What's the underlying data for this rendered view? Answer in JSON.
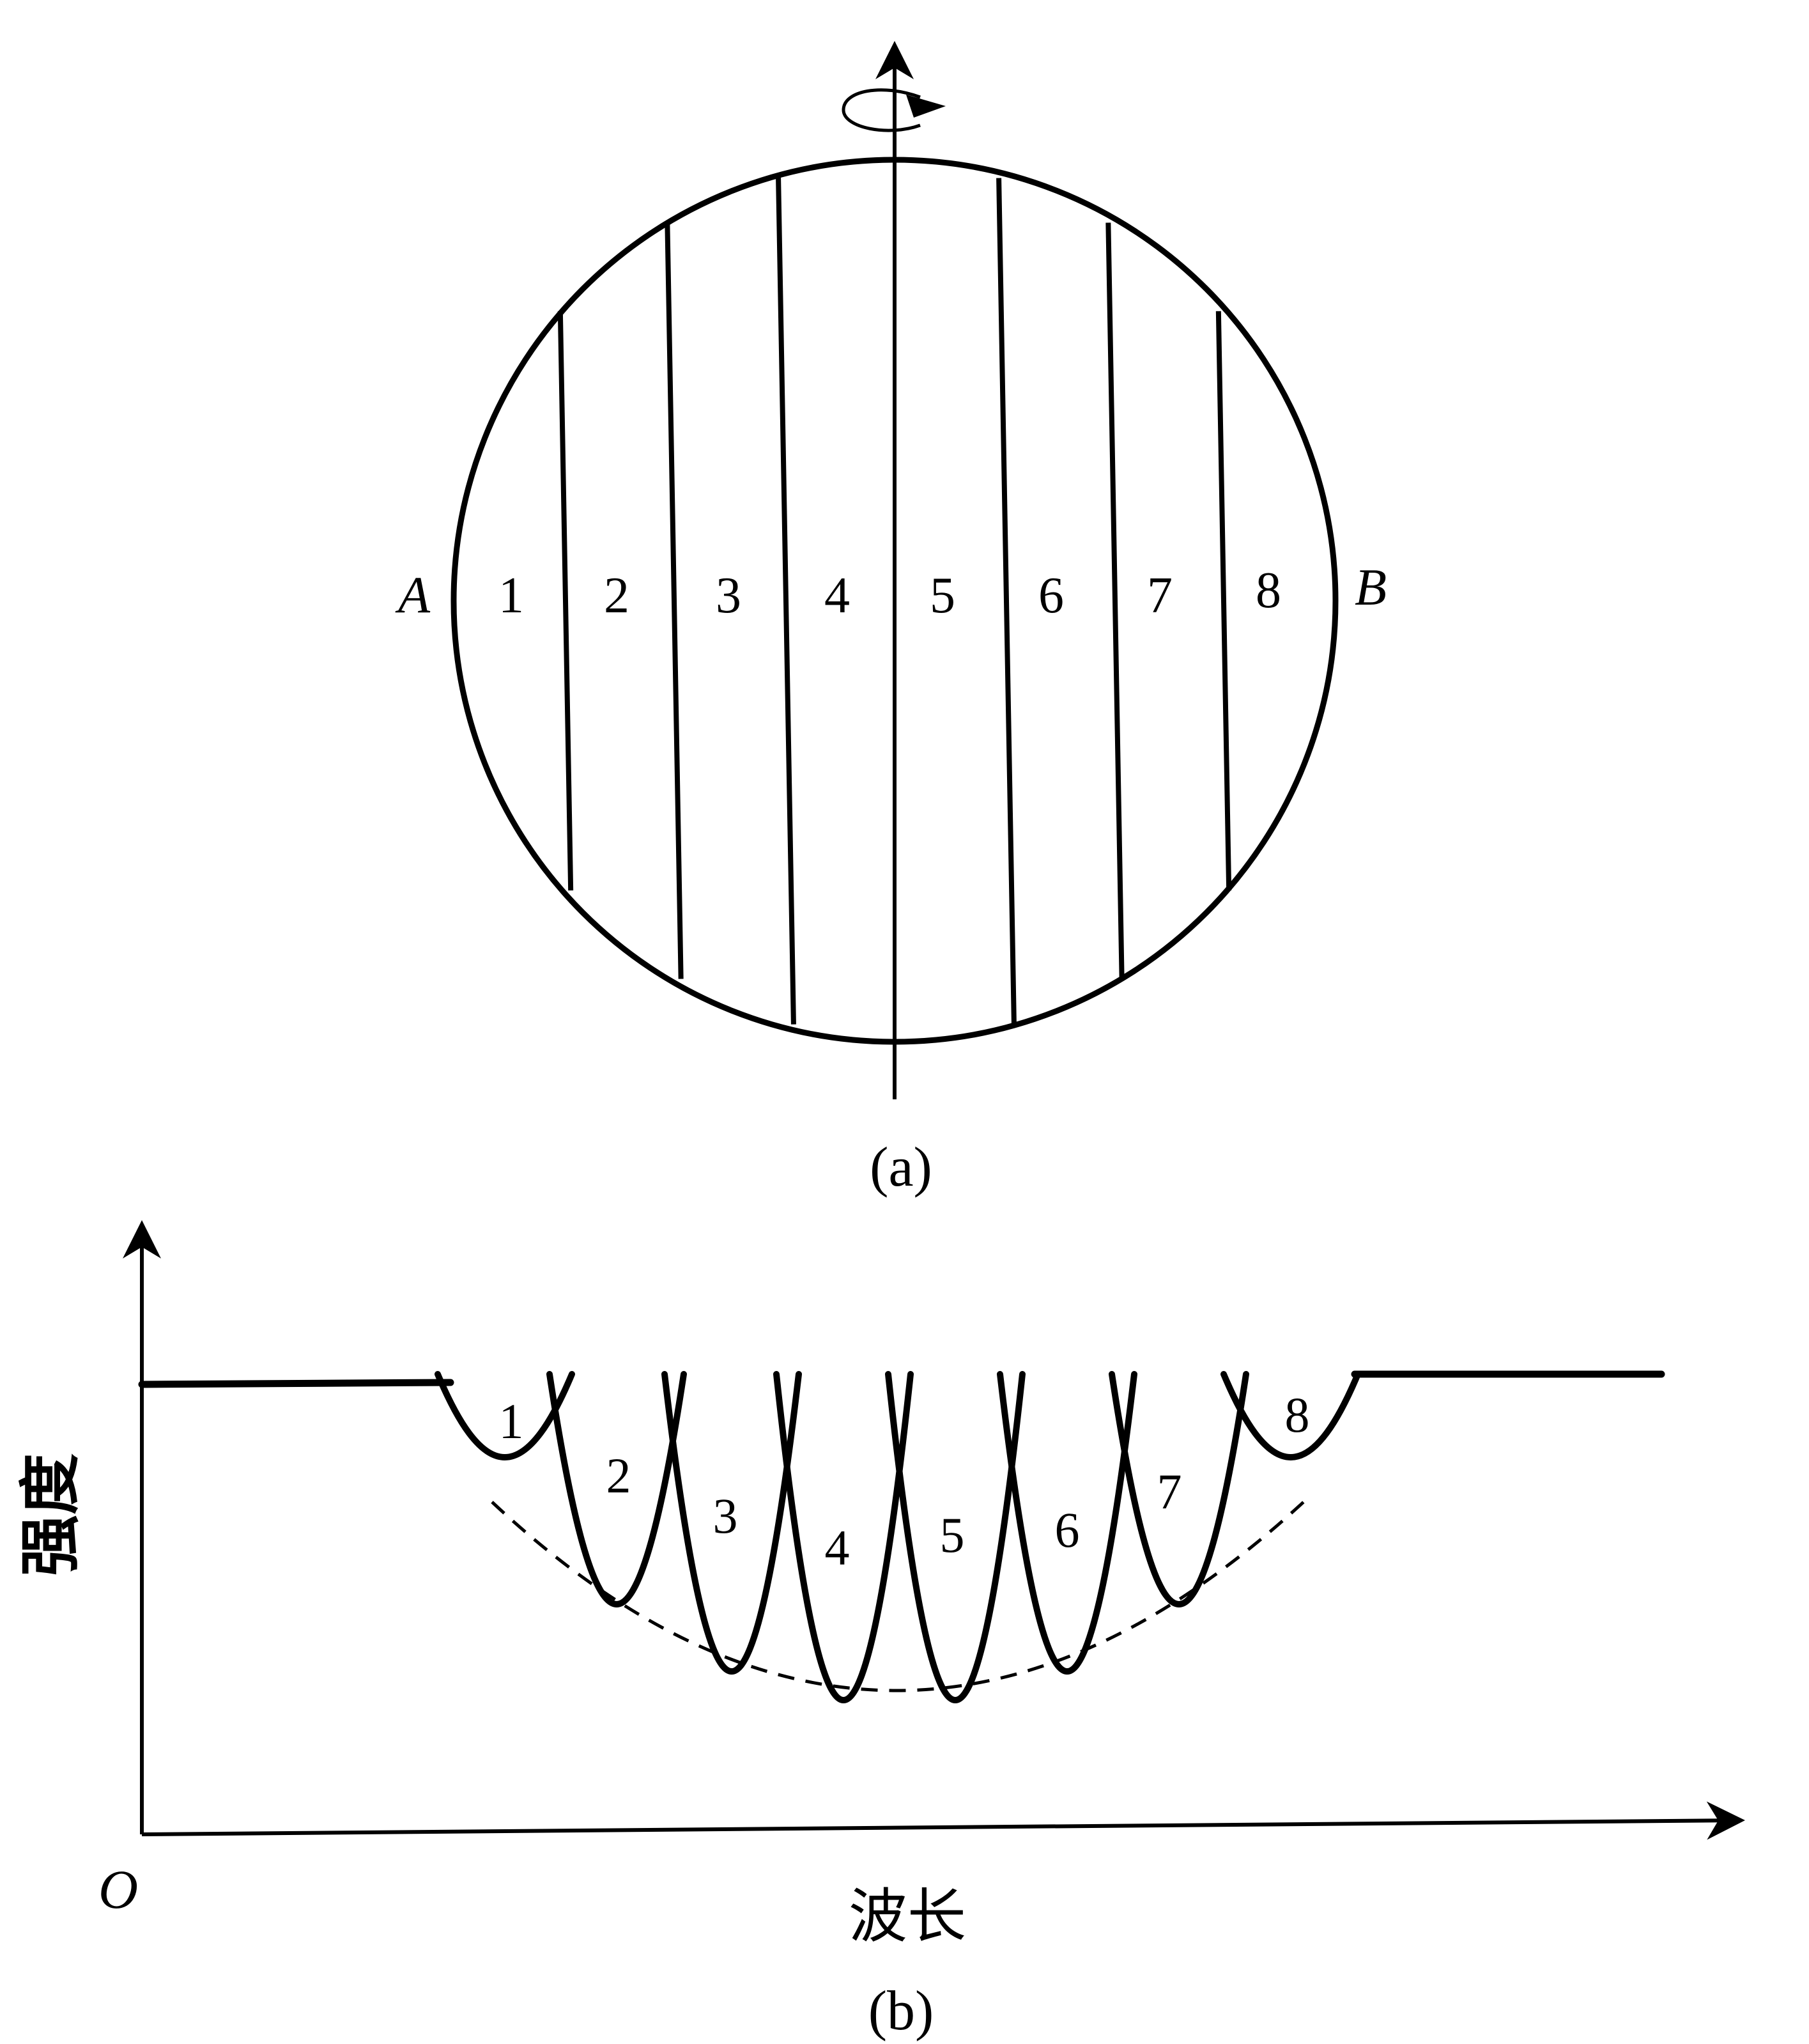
{
  "panel_a": {
    "caption": "(a)",
    "left_label": "A",
    "right_label": "B",
    "strip_labels": [
      "1",
      "2",
      "3",
      "4",
      "5",
      "6",
      "7",
      "8"
    ]
  },
  "panel_b": {
    "caption": "(b)",
    "origin_label": "O",
    "y_axis_label": "强度",
    "x_axis_label": "波长",
    "curve_labels": [
      "1",
      "2",
      "3",
      "4",
      "5",
      "6",
      "7",
      "8"
    ]
  }
}
